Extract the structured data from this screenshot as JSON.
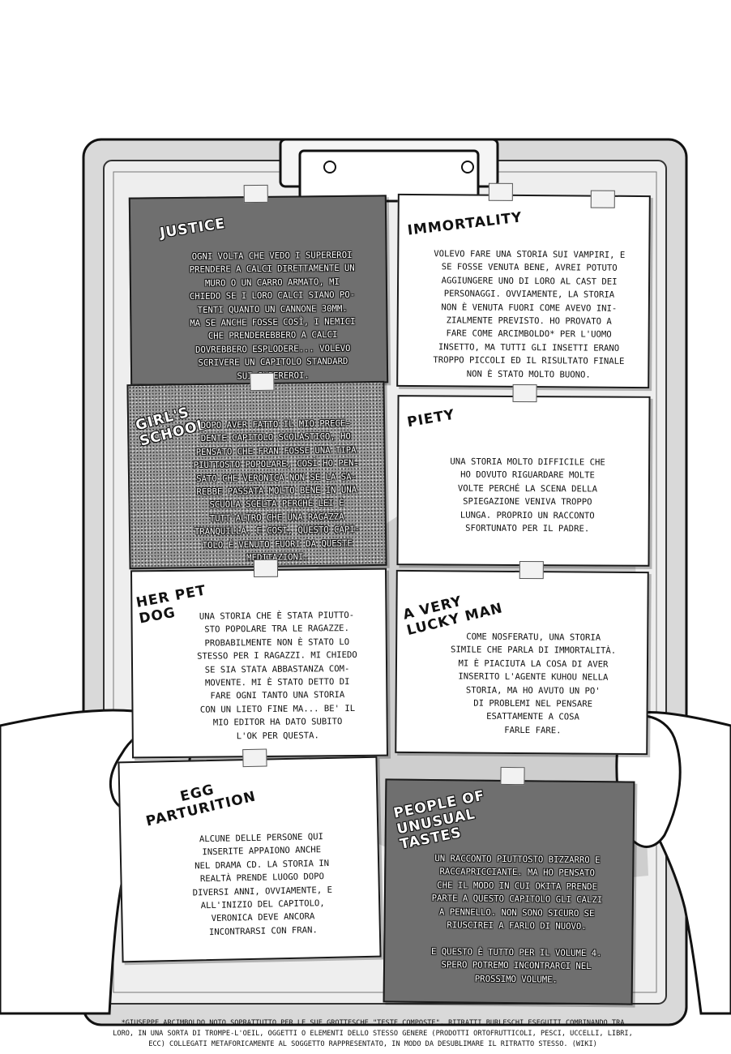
{
  "notes": {
    "justice": {
      "title": "JUSTICE",
      "body": "OGNI VOLTA CHE VEDO I SUPEREROI\nPRENDERE A CALCI DIRETTAMENTE UN\nMURO O UN CARRO ARMATO, MI\nCHIEDO SE I LORO CALCI SIANO PO-\nTENTI QUANTO UN CANNONE 30MM.\nMA SE ANCHE FOSSE COSÌ, I NEMICI\nCHE PRENDEREBBERO A CALCI\nDOVREBBERO ESPLODERE... VOLEVO\nSCRIVERE UN CAPITOLO STANDARD\nSUI SUPEREROI."
    },
    "immortality": {
      "title": "IMMORTALITY",
      "body": "VOLEVO FARE UNA STORIA SUI VAMPIRI, E\nSE FOSSE VENUTA BENE, AVREI POTUTO\nAGGIUNGERE UNO DI LORO AL CAST DEI\nPERSONAGGI. OVVIAMENTE, LA STORIA\nNON È VENUTA FUORI COME AVEVO INI-\nZIALMENTE PREVISTO. HO PROVATO A\nFARE COME ARCIMBOLDO* PER L'UOMO\nINSETTO, MA TUTTI GLI INSETTI ERANO\nTROPPO PICCOLI ED IL RISULTATO FINALE\nNON È STATO MOLTO BUONO."
    },
    "girls_school": {
      "title": "GIRL'S\nSCHOOL",
      "body": "DOPO AVER FATTO IL MIO PRECE-\nDENTE CAPITOLO SCOLASTICO, HO\nPENSATO CHE FRAN FOSSE UNA TIPA\nPIUTTOSTO POPOLARE, COSÌ HO PEN-\nSATO CHE VERONICA NON SE LA SA-\nREBBE PASSATA MOLTO BENE IN UNA\nSCUOLA SCELTA PERCHÉ LEI È\nTUTT'ALTRO CHE UNA RAGAZZA\nTRANQUILLA. E COSÌ, QUESTO CAPI-\nTOLO È VENUTO FUORI DA QUESTE\nMEDITAZIONI."
    },
    "piety": {
      "title": "PIETY",
      "body": "UNA STORIA MOLTO DIFFICILE CHE\nHO DOVUTO RIGUARDARE MOLTE\nVOLTE PERCHÉ LA SCENA DELLA\nSPIEGAZIONE VENIVA TROPPO\nLUNGA. PROPRIO UN RACCONTO\nSFORTUNATO PER IL PADRE."
    },
    "her_pet_dog": {
      "title": "HER PET\nDOG",
      "body": "UNA STORIA CHE È STATA PIUTTO-\nSTO POPOLARE TRA LE RAGAZZE.\nPROBABILMENTE NON È STATO LO\nSTESSO PER I RAGAZZI. MI CHIEDO\nSE SIA STATA ABBASTANZA COM-\nMOVENTE. MI È STATO DETTO DI\nFARE OGNI TANTO UNA STORIA\nCON UN LIETO FINE MA... BE' IL\nMIO EDITOR HA DATO SUBITO\nL'OK PER QUESTA."
    },
    "a_very_lucky_man": {
      "title": "A VERY\nLUCKY MAN",
      "body": "COME NOSFERATU, UNA STORIA\nSIMILE CHE PARLA DI IMMORTALITÀ.\nMI È PIACIUTA LA COSA DI AVER\nINSERITO L'AGENTE KUHOU NELLA\nSTORIA, MA HO AVUTO UN PO'\nDI PROBLEMI NEL PENSARE\nESATTAMENTE A COSA\nFARLE FARE."
    },
    "egg_parturition": {
      "title": "EGG\nPARTURITION",
      "body": "ALCUNE DELLE PERSONE QUI\nINSERITE APPAIONO ANCHE\nNEL DRAMA CD. LA STORIA IN\nREALTÀ PRENDE LUOGO DOPO\nDIVERSI ANNI, OVVIAMENTE, E\nALL'INIZIO DEL CAPITOLO,\nVERONICA DEVE ANCORA\nINCONTRARSI CON FRAN."
    },
    "people_of_unusual_tastes": {
      "title": "PEOPLE OF\nUNUSUAL\nTASTES",
      "body": "UN RACCONTO PIUTTOSTO BIZZARRO E\nRACCAPRICCIANTE. MA HO PENSATO\nCHE IL MODO IN CUI OKITA PRENDE\nPARTE A QUESTO CAPITOLO GLI CALZI\nA PENNELLO. NON SONO SICURO SE\nRIUSCIREI A FARLO DI NUOVO.\n\nE QUESTO È TUTTO PER IL VOLUME 4.\nSPERO POTREMO INCONTRARCI NEL\nPROSSIMO VOLUME."
    }
  },
  "footnote": "*GIUSEPPE ARCIMBOLDO NOTO SOPRATTUTTO PER LE SUE GROTTESCHE \"TESTE COMPOSTE\", RITRATTI BURLESCHI ESEGUITI COMBINANDO TRA\nLORO, IN UNA SORTA DI TROMPE-L'OEIL, OGGETTI O ELEMENTI DELLO STESSO GENERE (PRODOTTI ORTOFRUTTICOLI, PESCI, UCCELLI, LIBRI,\nECC) COLLEGATI METAFORICAMENTE AL SOGGETTO RAPPRESENTATO, IN MODO DA DESUBLIMARE IL RITRATTO STESSO. (WIKI)",
  "colors": {
    "ink": "#111111",
    "board": "#d9d9d9",
    "dark_note": "#6f6f6f",
    "paper": "#ffffff"
  }
}
